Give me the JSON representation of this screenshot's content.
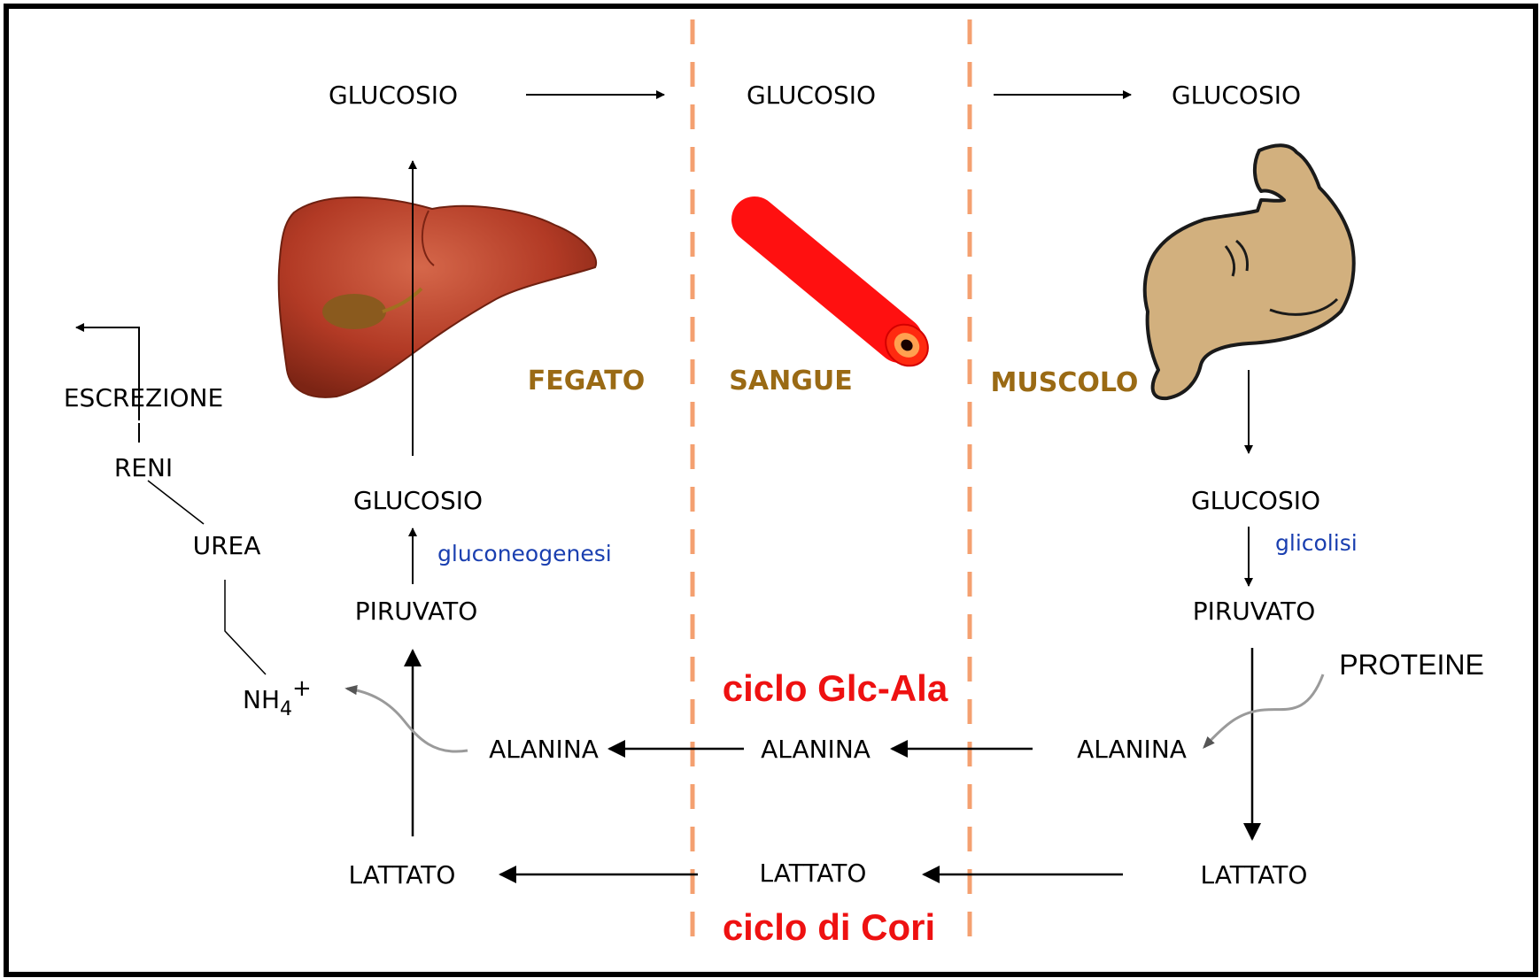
{
  "colors": {
    "organ_label": "#9a6a14",
    "process_label": "#1a3fb0",
    "cycle_label": "#ee1111",
    "divider": "#f4a070",
    "liver": "#b23a25",
    "blood_vessel": "#ff1010",
    "muscle": "#d2b07e"
  },
  "icons": [
    "liver-icon",
    "blood-vessel-icon",
    "muscle-arm-icon"
  ],
  "organs": {
    "liver": "FEGATO",
    "blood": "SANGUE",
    "muscle": "MUSCOLO"
  },
  "liver": {
    "glucose_out": "GLUCOSIO",
    "glucose": "GLUCOSIO",
    "pyruvate": "PIRUVATO",
    "alanine": "ALANINA",
    "lactate": "LATTATO",
    "process": "gluconeogenesi"
  },
  "blood": {
    "glucose": "GLUCOSIO",
    "alanine": "ALANINA",
    "lactate": "LATTATO"
  },
  "muscle": {
    "glucose_in": "GLUCOSIO",
    "glucose": "GLUCOSIO",
    "pyruvate": "PIRUVATO",
    "alanine": "ALANINA",
    "lactate": "LATTATO",
    "proteins": "PROTEINE",
    "process": "glicolisi"
  },
  "excretion": {
    "excretion": "ESCREZIONE",
    "kidneys": "RENI",
    "urea": "UREA",
    "ammonium": "NH",
    "ammonium_sub": "4",
    "ammonium_sup": "+"
  },
  "cycles": {
    "glc_ala": "ciclo Glc-Ala",
    "cori": "ciclo di Cori"
  }
}
